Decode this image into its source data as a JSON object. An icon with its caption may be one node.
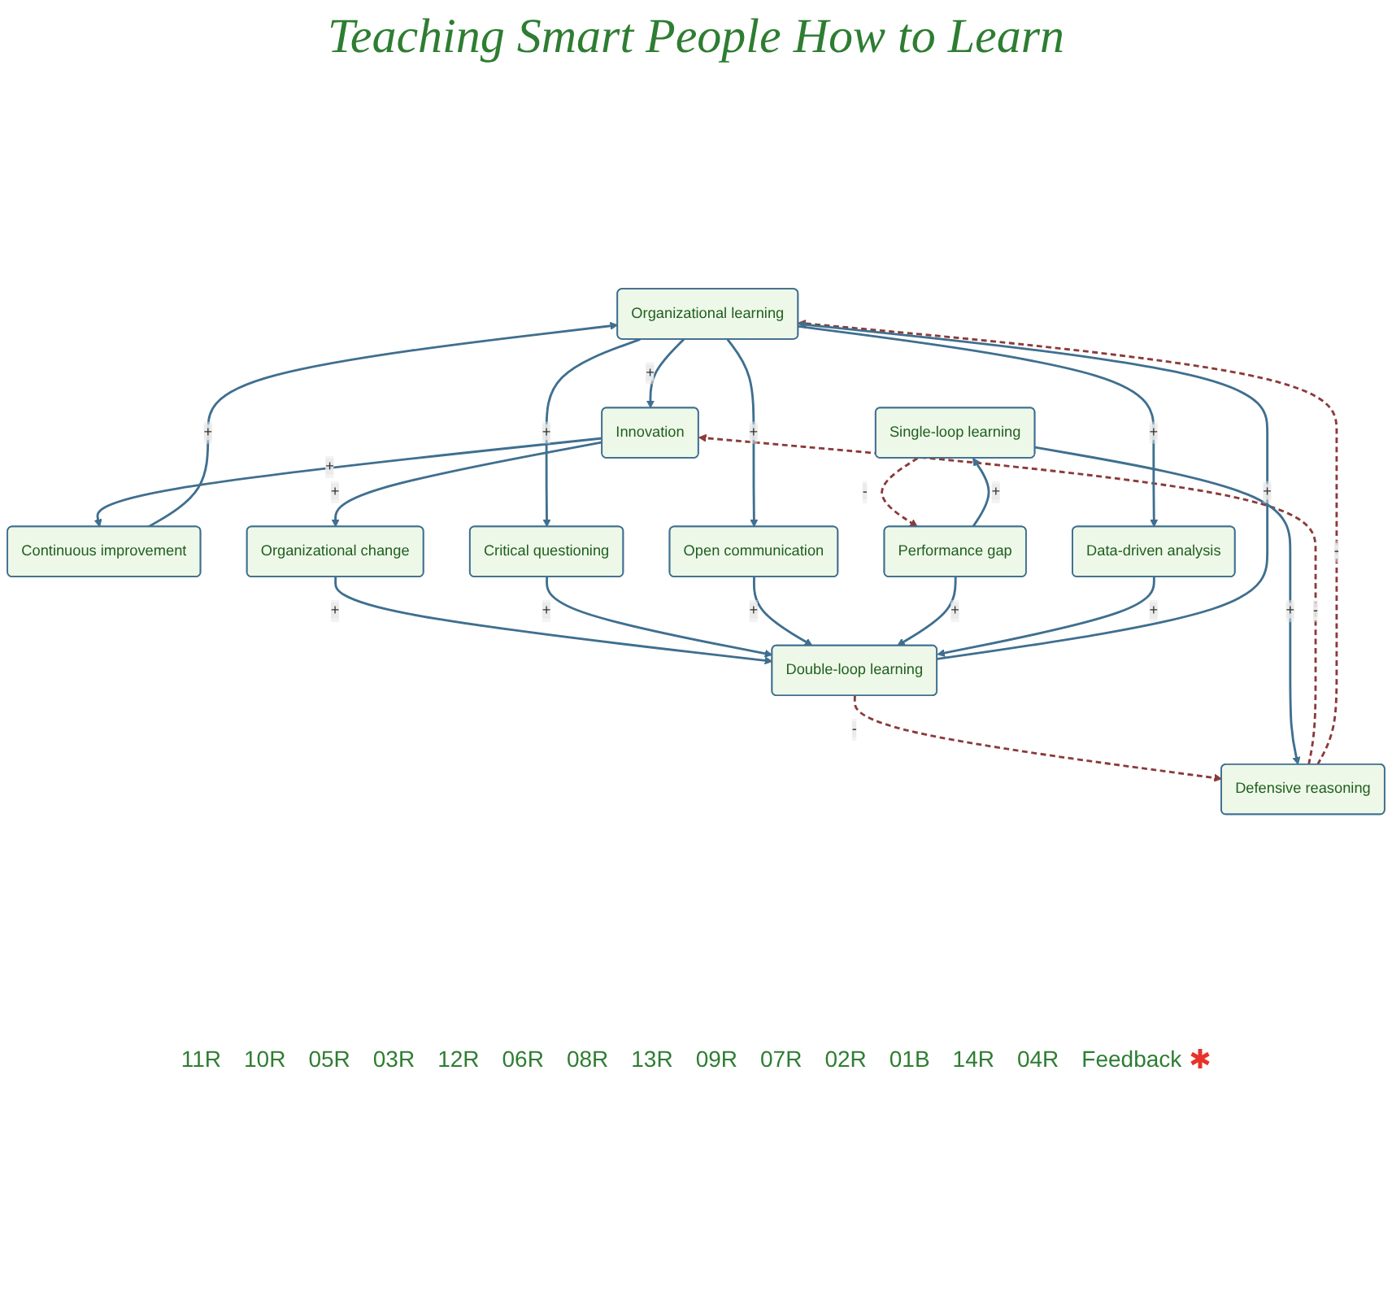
{
  "diagram": {
    "title": "Teaching Smart People How to Learn",
    "nodes": [
      {
        "text": [
          "Innovation"
        ]
      },
      {
        "text": [
          "Organizational change"
        ]
      },
      {
        "text": [
          "Continuous improvement"
        ]
      },
      {
        "text": [
          "Critical questioning"
        ]
      },
      {
        "text": [
          "Double-loop learning"
        ]
      },
      {
        "text": [
          "Open communication"
        ]
      },
      {
        "text": [
          "Defensive reasoning"
        ]
      },
      {
        "text": [
          "Performance gap"
        ]
      },
      {
        "text": [
          "Single-loop learning"
        ]
      },
      {
        "text": [
          "Organizational learning"
        ]
      },
      {
        "text": [
          "Data-driven analysis"
        ]
      }
    ],
    "edges": [
      {
        "from": 0,
        "to": 1,
        "arrow": "to",
        "label": "+"
      },
      {
        "from": 1,
        "to": 4,
        "arrow": "to",
        "label": "+"
      },
      {
        "from": 0,
        "to": 2,
        "arrow": "to",
        "label": "+"
      },
      {
        "from": 2,
        "to": 9,
        "arrow": "to",
        "label": "+"
      },
      {
        "from": 9,
        "to": 0,
        "arrow": "to",
        "label": "+"
      },
      {
        "from": 9,
        "to": 3,
        "arrow": "to",
        "label": "+"
      },
      {
        "from": 3,
        "to": 4,
        "arrow": "to",
        "label": "+"
      },
      {
        "from": 9,
        "to": 5,
        "arrow": "to",
        "label": "+"
      },
      {
        "from": 5,
        "to": 4,
        "arrow": "to",
        "label": "+"
      },
      {
        "from": 6,
        "to": 0,
        "arrow": "to",
        "label": "-",
        "style": "dashed",
        "color": "#8b3a3a"
      },
      {
        "from": 4,
        "to": 6,
        "arrow": "to",
        "label": "-",
        "style": "dashed",
        "color": "#8b3a3a"
      },
      {
        "from": 6,
        "to": 9,
        "arrow": "to",
        "label": "-",
        "style": "dashed",
        "color": "#8b3a3a"
      },
      {
        "from": 8,
        "to": 6,
        "arrow": "to",
        "label": "+"
      },
      {
        "from": 8,
        "to": 7,
        "arrow": "to",
        "label": "-",
        "style": "dashed",
        "color": "#8b3a3a"
      },
      {
        "from": 7,
        "to": 8,
        "arrow": "to",
        "label": "+"
      },
      {
        "from": 7,
        "to": 4,
        "arrow": "to",
        "label": "+"
      },
      {
        "from": 9,
        "to": 10,
        "arrow": "to",
        "label": "+"
      },
      {
        "from": 10,
        "to": 4,
        "arrow": "to",
        "label": "+"
      },
      {
        "from": 4,
        "to": 9,
        "arrow": "to",
        "label": "+"
      }
    ],
    "labels": [
      "11R",
      "10R",
      "05R",
      "03R",
      "12R",
      "06R",
      "08R",
      "13R",
      "09R",
      "07R",
      "02R",
      "01B",
      "14R",
      "04R"
    ],
    "legend": [
      {
        "text": "Feedback"
      }
    ]
  }
}
